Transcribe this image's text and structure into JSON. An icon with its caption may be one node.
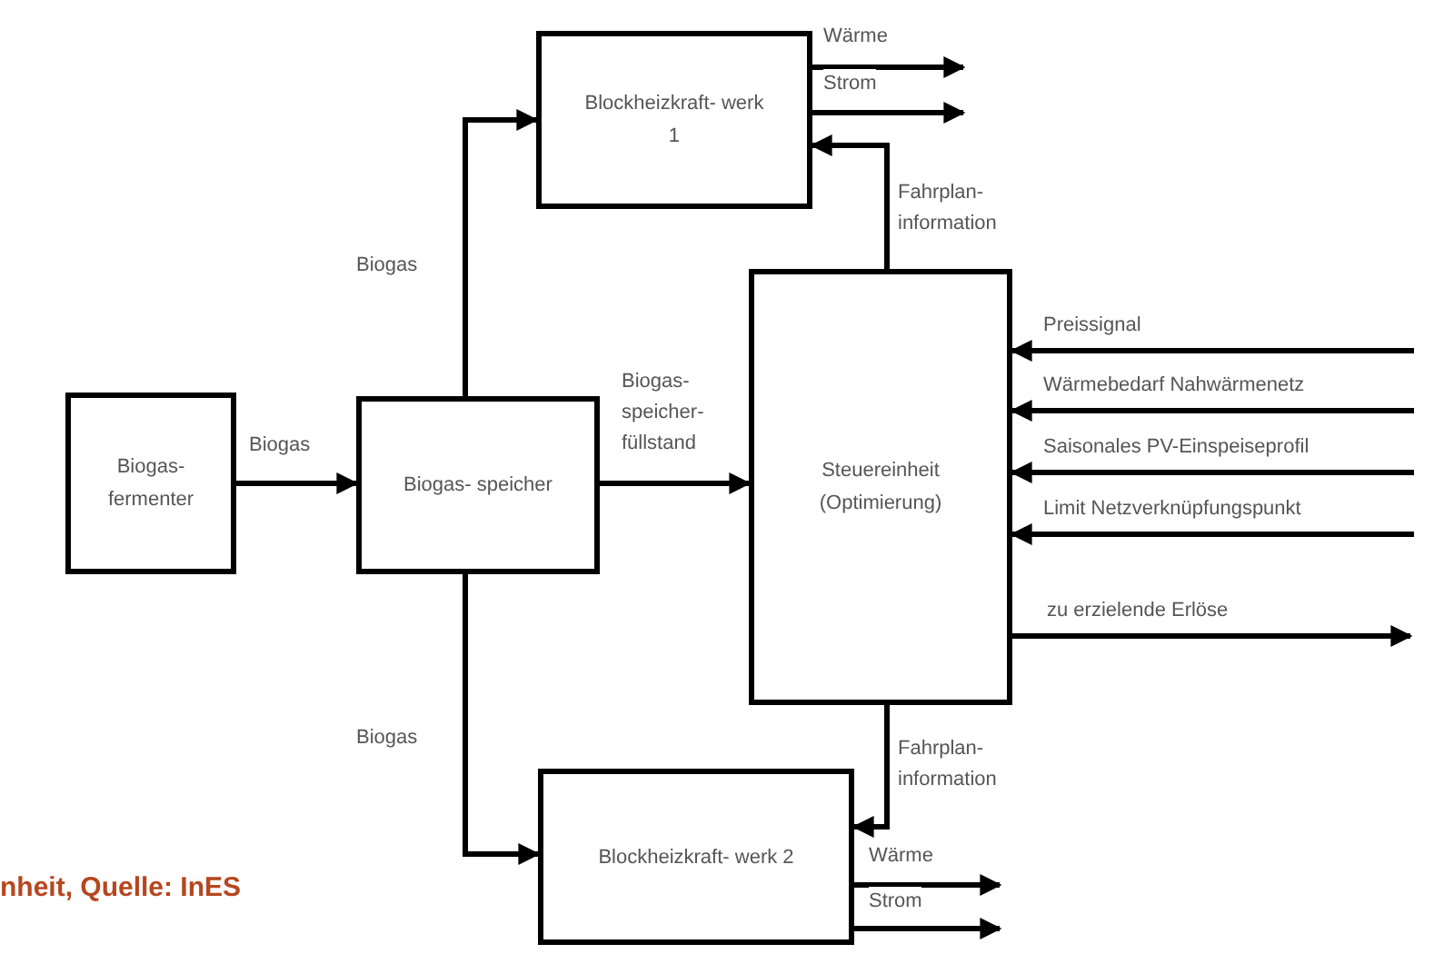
{
  "diagram": {
    "caption": "nheit, Quelle: InES",
    "nodes": [
      {
        "text": [
          "Biogas- fermenter"
        ]
      },
      {
        "text": [
          "Biogas- speicher"
        ]
      },
      {
        "text": [
          "Blockheizkraft- werk 1"
        ]
      },
      {
        "text": [
          "Steuereinheit (Optimierung)"
        ]
      },
      {
        "text": [
          "Blockheizkraft- werk 2"
        ]
      }
    ],
    "edges": [
      {
        "from": 0,
        "to": 1,
        "arrow": "to",
        "label": "Biogas"
      },
      {
        "from": 1,
        "to": 2,
        "arrow": "to",
        "label": "Biogas"
      },
      {
        "from": 1,
        "to": 4,
        "arrow": "to",
        "label": "Biogas"
      },
      {
        "from": 1,
        "to": 3,
        "arrow": "to",
        "label": "Biogas- speicher- füllstand"
      },
      {
        "from": 3,
        "to": 2,
        "arrow": "to",
        "label": "Fahrplan- information"
      },
      {
        "from": 3,
        "to": 4,
        "arrow": "to",
        "label": "Fahrplan- information"
      },
      {
        "from": 2,
        "to": null,
        "arrow": "to",
        "label": "Wärme"
      },
      {
        "from": 2,
        "to": null,
        "arrow": "to",
        "label": "Strom"
      },
      {
        "from": 4,
        "to": null,
        "arrow": "to",
        "label": "Wärme"
      },
      {
        "from": 4,
        "to": null,
        "arrow": "to",
        "label": "Strom"
      },
      {
        "from": null,
        "to": 3,
        "arrow": "to",
        "label": "Preissignal"
      },
      {
        "from": null,
        "to": 3,
        "arrow": "to",
        "label": "Wärmebedarf Nahwärmenetz"
      },
      {
        "from": null,
        "to": 3,
        "arrow": "to",
        "label": "Saisonales PV-Einspeiseprofil"
      },
      {
        "from": null,
        "to": 3,
        "arrow": "to",
        "label": "Limit Netzverknüpfungspunkt"
      },
      {
        "from": 3,
        "to": null,
        "arrow": "to",
        "label": "zu erzielende Erlöse"
      }
    ]
  }
}
